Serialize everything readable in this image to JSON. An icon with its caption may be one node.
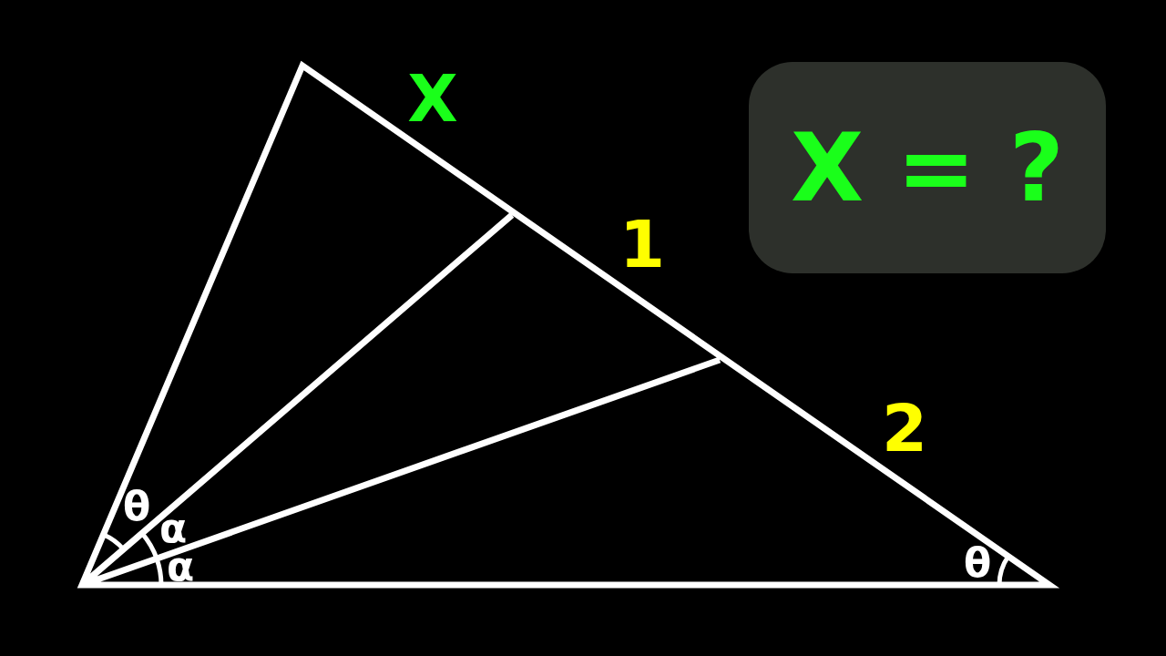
{
  "diagram": {
    "nodes": [
      {
        "text": [
          "X = ?"
        ]
      }
    ],
    "labels": [
      "X",
      "1",
      "2",
      "θ",
      "α",
      "α",
      "θ"
    ]
  }
}
